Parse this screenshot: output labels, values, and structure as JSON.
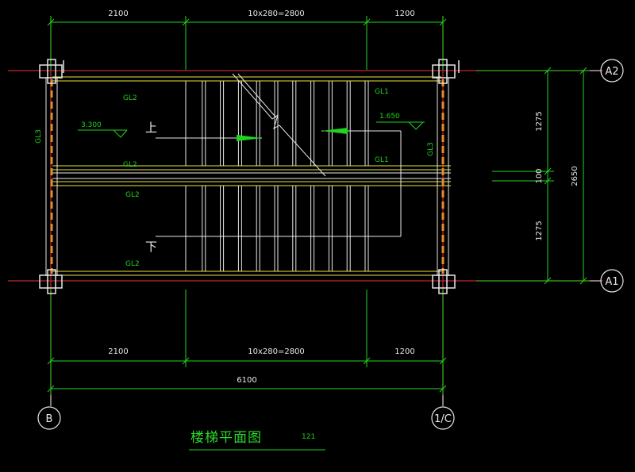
{
  "drawing": {
    "title": "楼梯平面图",
    "title_scale": "121",
    "colors": {
      "background": "#000000",
      "dimension": "#1fd41f",
      "beam": "#e6e63a",
      "grid": "#c0272d",
      "white": "#e8e8e8",
      "column": "#e6e6e6",
      "hatch": "#e88b2a"
    },
    "dimensions": {
      "top": [
        "2100",
        "10x280=2800",
        "1200"
      ],
      "bottom": [
        "2100",
        "10x280=2800",
        "1200"
      ],
      "bottom_total": "6100",
      "right": [
        "1275",
        "100",
        "1275"
      ],
      "right_total": "2650"
    },
    "axes": {
      "top_right": "A2",
      "bottom_right": "A1",
      "bottom_left": "B",
      "bottom_right_col": "1/C"
    },
    "beams": {
      "gl2_top": "GL2",
      "gl1_top": "GL1",
      "gl2_mid_upper": "GL2",
      "gl1_mid": "GL1",
      "gl2_mid_lower": "GL2",
      "gl2_bottom": "GL2",
      "gl3_left": "GL3",
      "gl3_right": "GL3"
    },
    "levels": {
      "left": "3.300",
      "right": "1.650"
    },
    "directions": {
      "up": "上",
      "down": "下"
    }
  }
}
